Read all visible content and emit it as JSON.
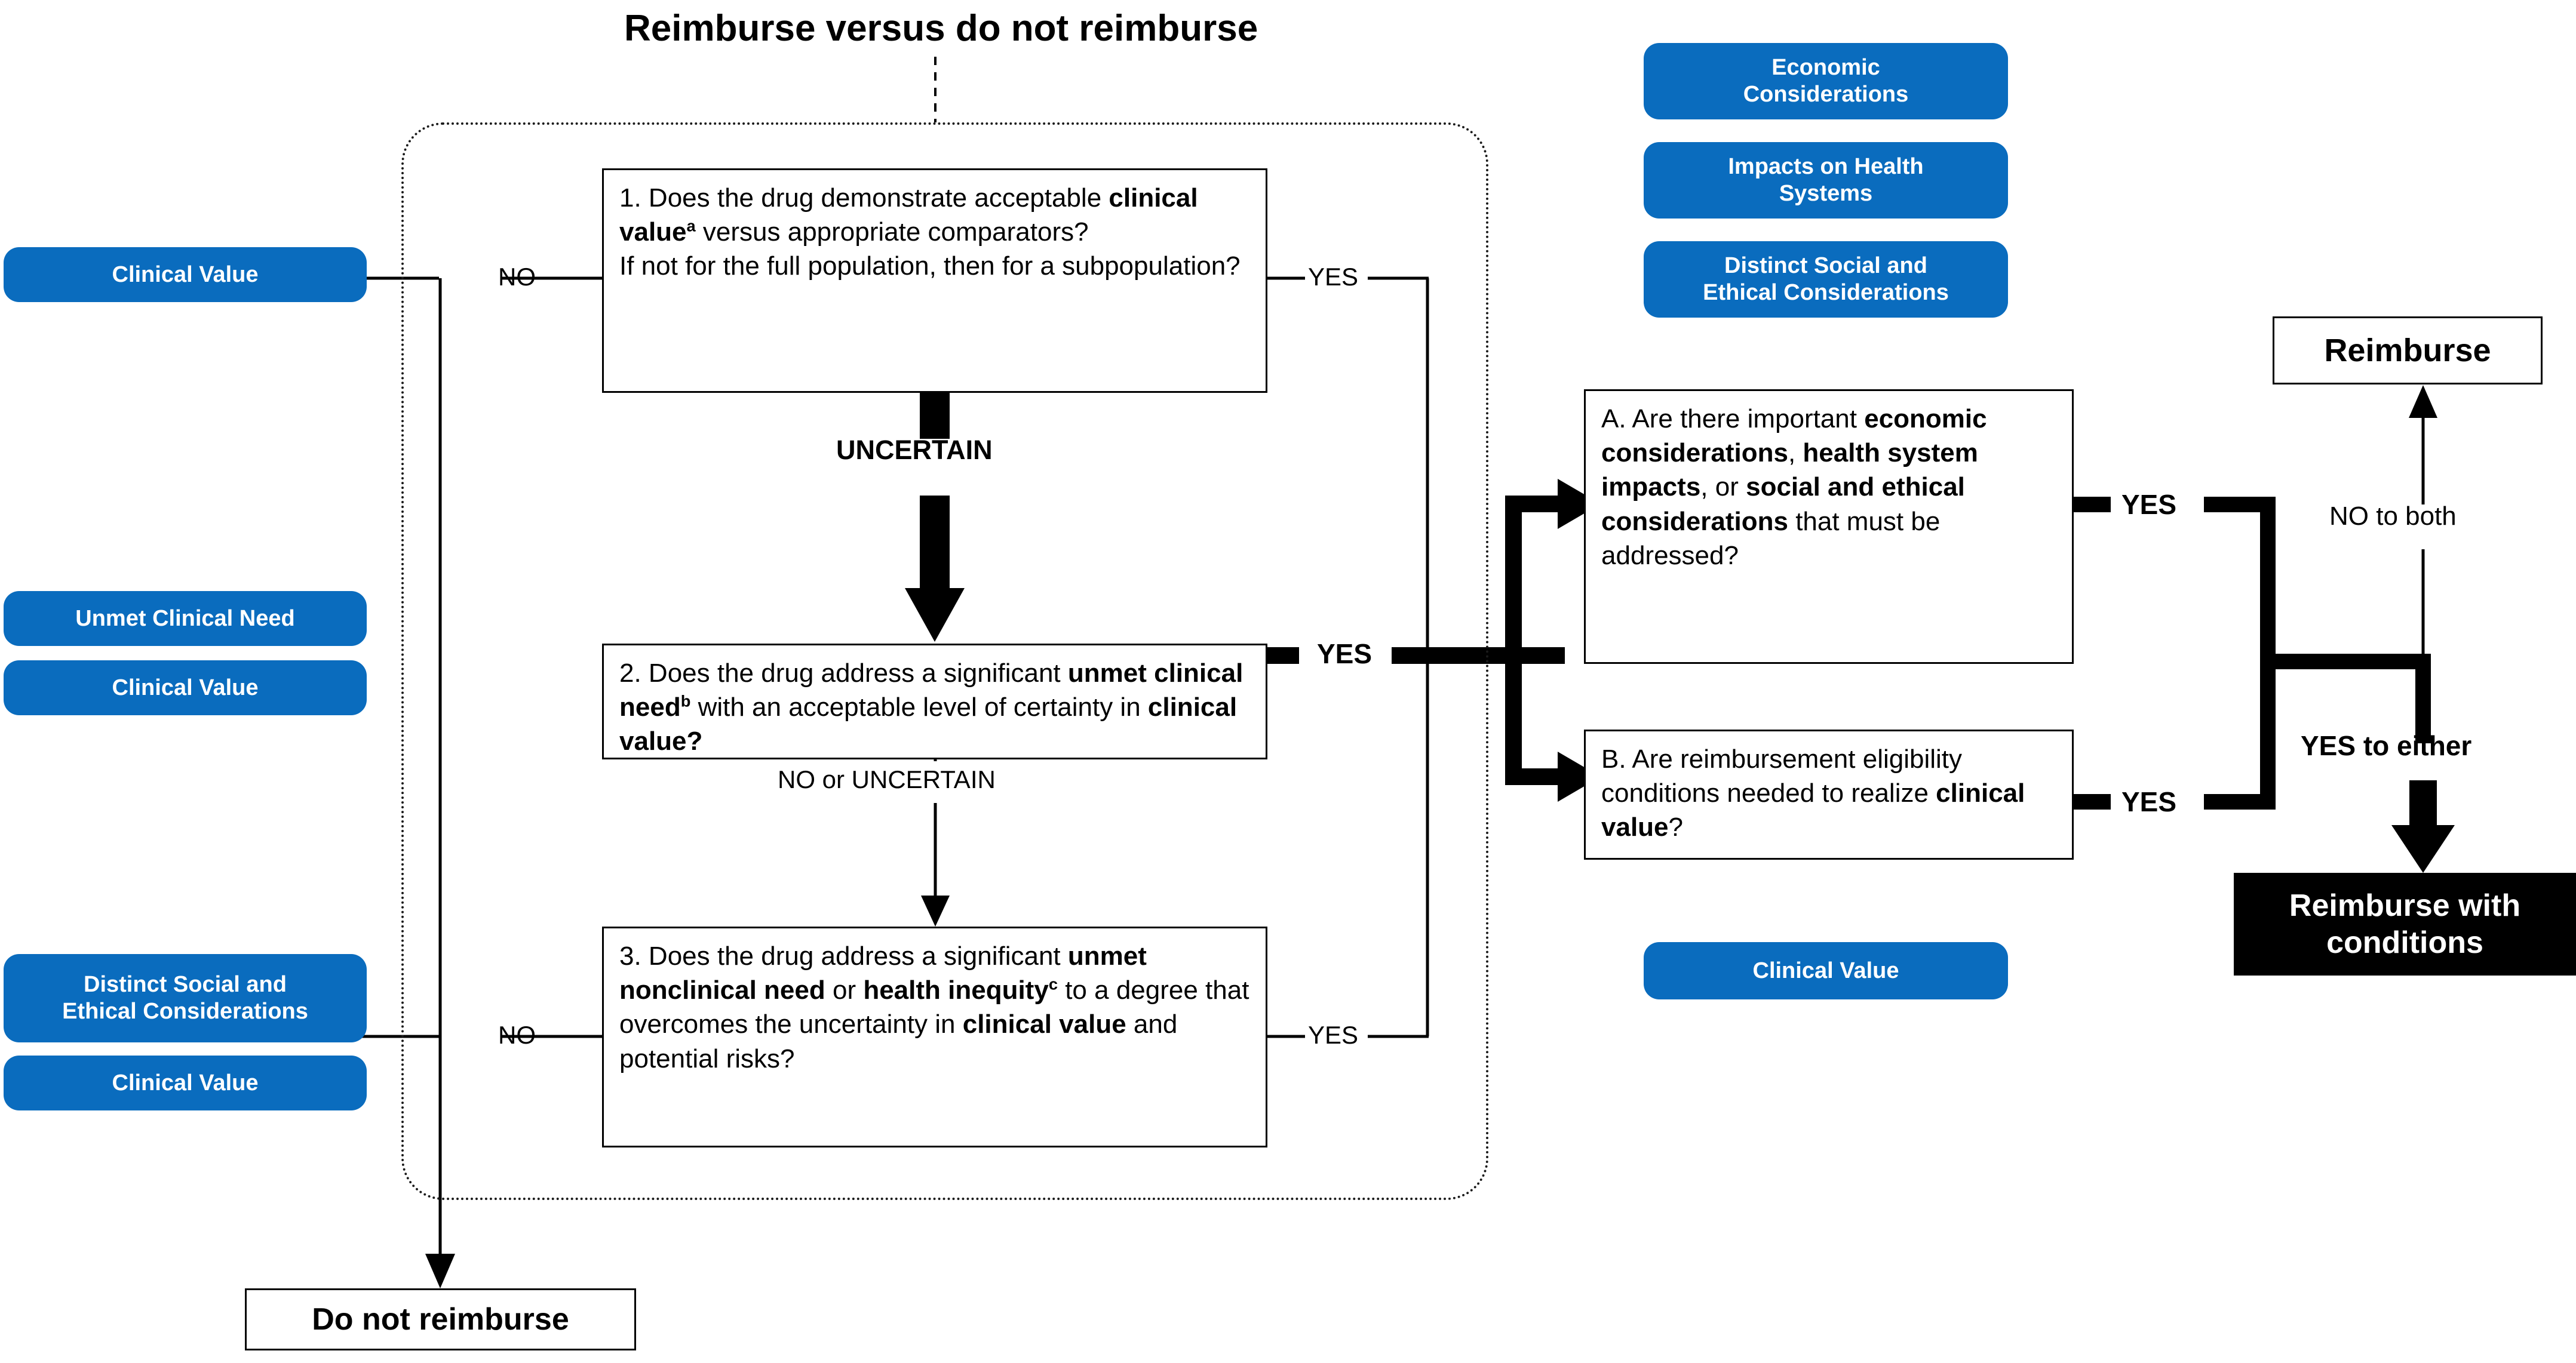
{
  "title": "Reimburse versus do not reimburse",
  "left_badges": [
    {
      "label": "Clinical Value"
    },
    {
      "label": "Unmet Clinical Need"
    },
    {
      "label": "Clinical Value"
    },
    {
      "label": "Distinct Social and\nEthical Considerations"
    },
    {
      "label": "Clinical Value"
    }
  ],
  "right_badges": [
    {
      "label": "Economic\nConsiderations"
    },
    {
      "label": "Impacts on Health\nSystems"
    },
    {
      "label": "Distinct Social and\nEthical Considerations"
    }
  ],
  "bottom_right_badge": {
    "label": "Clinical Value"
  },
  "questions": {
    "q1": {
      "number": "1.",
      "line1_pre": "1. Does the drug demonstrate acceptable ",
      "bold1": "clinical value",
      "sup1": "a",
      "post1": " versus appropriate comparators?",
      "line2": "If not for the full population, then for a subpopulation?",
      "full_text": "1. Does the drug demonstrate acceptable clinical valueᵃ versus appropriate comparators? If not for the full population, then for a subpopulation?"
    },
    "q2": {
      "pre": "2. Does the drug address a significant ",
      "bold1": "unmet clinical need",
      "sup1": "b",
      "mid": " with an acceptable level of certainty in ",
      "bold2": "clinical value?",
      "full_text": "2. Does the drug address a significant unmet clinical needᵇ with an acceptable level of certainty in clinical value?"
    },
    "q3": {
      "pre": "3. Does the drug address a significant ",
      "bold1": "unmet nonclinical need",
      "mid1": " or ",
      "bold2": "health inequity",
      "sup2": "c",
      "mid2": " to a degree that overcomes the uncertainty in ",
      "bold3": "clinical value",
      "post": " and potential risks?",
      "full_text": "3. Does the drug address a significant unmet nonclinical need or health inequityᶜ to a degree that overcomes the uncertainty in clinical value and potential risks?"
    },
    "qA": {
      "pre": "A. Are there important ",
      "bold1": "economic considerations",
      "mid1": ", ",
      "bold2": "health system impacts",
      "mid2": ", or ",
      "bold3": "social and ethical considerations",
      "post": " that must be addressed?",
      "full_text": "A. Are there important economic considerations, health system impacts, or social and ethical considerations that must be addressed?"
    },
    "qB": {
      "pre": "B. Are reimbursement eligibility conditions needed to realize ",
      "bold1": "clinical value",
      "post": "?",
      "full_text": "B. Are reimbursement eligibility conditions needed to realize clinical value?"
    }
  },
  "edge_labels": {
    "q1_no": "NO",
    "q1_yes": "YES",
    "q1_to_q2": "UNCERTAIN",
    "q2_yes": "YES",
    "q2_to_q3": "NO or UNCERTAIN",
    "q3_no": "NO",
    "q3_yes": "YES",
    "qA_yes": "YES",
    "qB_yes": "YES",
    "no_to_both": "NO to both",
    "yes_to_either": "YES to either"
  },
  "outcomes": {
    "do_not_reimburse": "Do not reimburse",
    "reimburse": "Reimburse",
    "reimburse_with_conditions": "Reimburse with\nconditions"
  },
  "colors": {
    "badge_blue": "#0a6cbe",
    "badge_text": "#ffffff",
    "line": "#000000",
    "box_border": "#000000",
    "dark_box": "#000000",
    "background": "#ffffff"
  }
}
